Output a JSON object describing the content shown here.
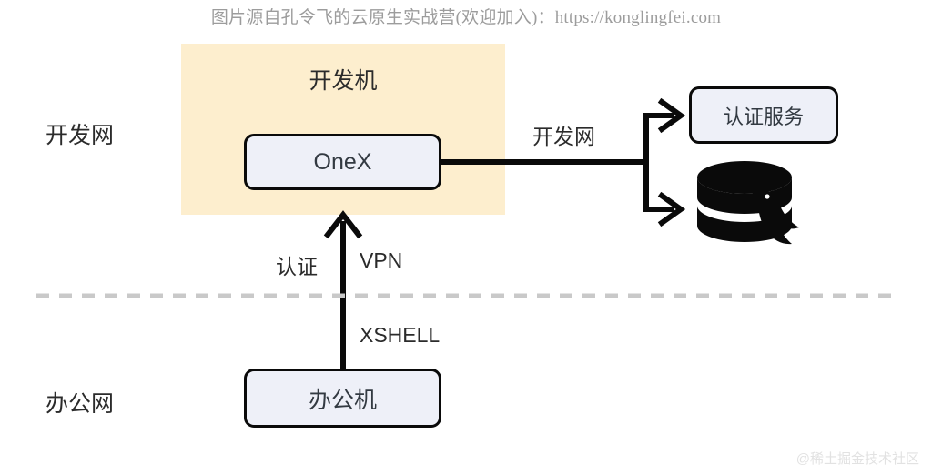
{
  "header": {
    "credit": "图片源自孔令飞的云原生实战营(欢迎加入)：https://konglingfei.com"
  },
  "diagram": {
    "type": "network-architecture",
    "zones": [
      {
        "id": "dev",
        "label": "开发网"
      },
      {
        "id": "office",
        "label": "办公网"
      }
    ],
    "dev_machine_group": {
      "title": "开发机",
      "fill_color": "#fdeece"
    },
    "nodes": [
      {
        "id": "onex",
        "label": "OneX",
        "shape": "rounded-box",
        "fill": "#eef0f8"
      },
      {
        "id": "auth",
        "label": "认证服务",
        "shape": "rounded-box",
        "fill": "#eef0f8"
      },
      {
        "id": "office",
        "label": "办公机",
        "shape": "rounded-box",
        "fill": "#eef0f8"
      },
      {
        "id": "db",
        "label": "",
        "shape": "database-cylinder-mysql",
        "fill": "#0a0a0a"
      }
    ],
    "edges": [
      {
        "from": "onex",
        "to": "auth",
        "label": "开发网",
        "arrow": true
      },
      {
        "from": "onex",
        "to": "db",
        "label": "",
        "arrow": true
      },
      {
        "from": "office",
        "to": "onex",
        "label": "认证",
        "arrow": true
      },
      {
        "from": "office",
        "to": "onex",
        "label": "VPN",
        "arrow": true
      },
      {
        "from": "office",
        "to": "onex",
        "label": "XSHELL",
        "arrow": true
      }
    ],
    "divider": {
      "style": "dashed",
      "color": "#c9c9c9"
    }
  },
  "watermark": {
    "text": "@稀土掘金技术社区"
  }
}
